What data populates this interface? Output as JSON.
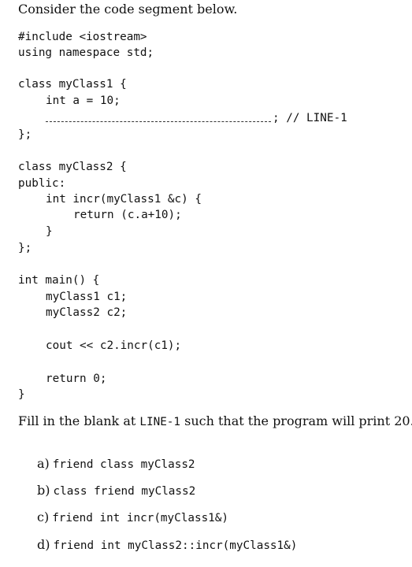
{
  "intro": "Consider the code segment below.",
  "code": {
    "l1": "#include <iostream>",
    "l2": "using namespace std;",
    "l3": "class myClass1 {",
    "l4": "int a = 10;",
    "l5_suffix": "; // LINE-1",
    "l6": "};",
    "l7": "class myClass2 {",
    "l8": "public:",
    "l9": "int incr(myClass1 &c) {",
    "l10": "return (c.a+10);",
    "l11": "}",
    "l12": "};",
    "l13": "int main() {",
    "l14": "myClass1 c1;",
    "l15": "myClass2 c2;",
    "l16": "cout << c2.incr(c1);",
    "l17": "return 0;",
    "l18": "}"
  },
  "question": {
    "prefix": "Fill in the blank at ",
    "mono": "LINE-1",
    "suffix": " such that the program will print 20."
  },
  "options": [
    {
      "letter": "a)",
      "code": "friend class myClass2"
    },
    {
      "letter": "b)",
      "code": "class friend myClass2"
    },
    {
      "letter": "c)",
      "code": "friend int incr(myClass1&)"
    },
    {
      "letter": "d)",
      "code": "friend int myClass2::incr(myClass1&)"
    }
  ]
}
